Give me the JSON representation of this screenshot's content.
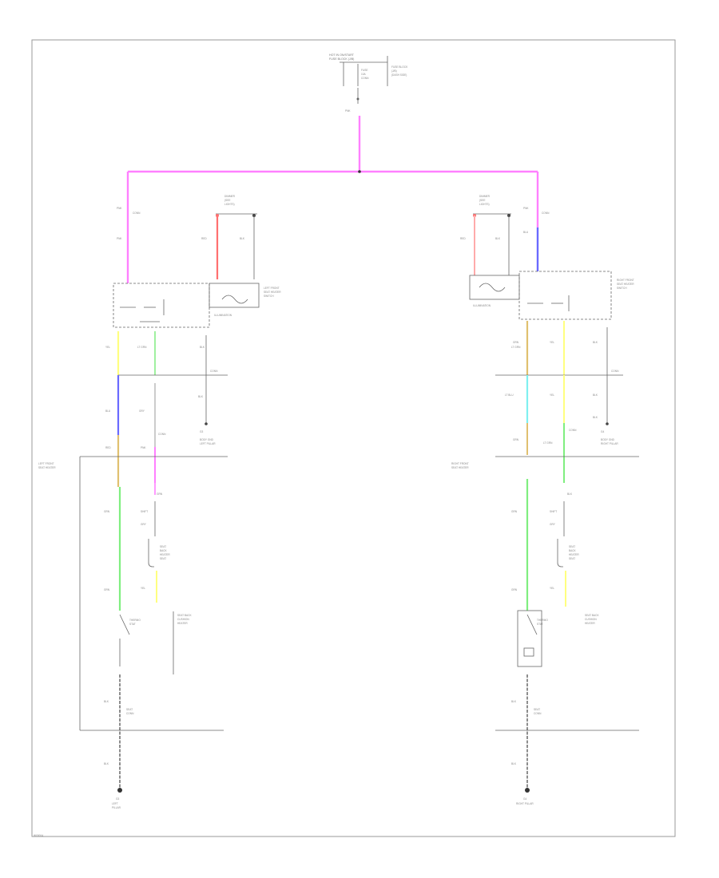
{
  "colors": {
    "pink": "#ff80ff",
    "red": "#ff7070",
    "blue": "#6a6aff",
    "yellow": "#ffff80",
    "green": "#80ee80",
    "light_green": "#a0f0a0",
    "tan": "#e0c070",
    "cyan": "#80f0f0",
    "ground": "#333333"
  },
  "texts": {
    "top_supply": [
      "HOT IN ON/START",
      "FUSE BLOCK (J/B)",
      "FUSE",
      "10A",
      "CONN"
    ],
    "top_supply_right": [
      "FUSE BLOCK",
      "(J/B)",
      "(DASH SIDE)"
    ],
    "top_wire": "PNK",
    "left_tee": [
      "PNK",
      "CONN",
      "PNK"
    ],
    "right_tee": [
      "PNK",
      "CONN",
      "BLU"
    ],
    "left_dimmer": [
      "DIMMER",
      "(SEE",
      "LIGHTS)"
    ],
    "right_dimmer": [
      "DIMMER",
      "(SEE",
      "LIGHTS)"
    ],
    "left_dimmer_wires": [
      "RED",
      "BLK"
    ],
    "right_dimmer_wires": [
      "RED",
      "BLK"
    ],
    "left_switch": [
      "LEFT FRONT",
      "SEAT HEATER",
      "SWITCH"
    ],
    "right_switch": [
      "RIGHT FRONT",
      "SEAT HEATER",
      "SWITCH"
    ],
    "left_illum": "ILLUMINATION",
    "right_illum": "ILLUMINATION",
    "left_mid_wires": [
      "YEL",
      "LT GRN",
      "BLK",
      "CONN",
      "BLU",
      "RED",
      "GRY",
      "BLK",
      "CONN",
      "PNK",
      "GRN"
    ],
    "right_mid_wires": [
      "GRN",
      "LT GRN",
      "BLK",
      "CONN",
      "BLK",
      "LT BLU",
      "YEL",
      "GRN",
      "YEL",
      "CONN",
      "BLK",
      "LT GRN",
      "BLK"
    ],
    "left_ground_ref": [
      "G3",
      "BODY GND",
      "LEFT PILLAR"
    ],
    "right_ground_ref": [
      "G4",
      "BODY GND",
      "RIGHT PILLAR"
    ],
    "left_seat": [
      "LEFT FRONT",
      "SEAT HEATER"
    ],
    "right_seat": [
      "RIGHT FRONT",
      "SEAT HEATER"
    ],
    "left_element": [
      "SEAT",
      "BACK",
      "HEATER",
      "SEAT"
    ],
    "right_element": [
      "SEAT",
      "BACK",
      "HEATER",
      "SEAT"
    ],
    "left_lower_wires": [
      "GRN",
      "SHIFT",
      "GRN",
      "GRY",
      "YEL"
    ],
    "right_lower_wires": [
      "GRN",
      "SHIFT",
      "GRN",
      "GRY",
      "YEL"
    ],
    "left_thermo": [
      "THERMO",
      "STAT"
    ],
    "right_thermo": [
      "THERMO",
      "STAT"
    ],
    "left_cushion": [
      "SEAT BACK",
      "CUSHION",
      "HEATER"
    ],
    "right_cushion": [
      "SEAT BACK",
      "CUSHION",
      "HEATER"
    ],
    "left_bottom_wires": [
      "BLK",
      "SEAT",
      "CONN",
      "BLK"
    ],
    "right_bottom_wires": [
      "BLK",
      "SEAT",
      "CONN",
      "BLK"
    ],
    "left_ground": [
      "G3",
      "LEFT",
      "PILLAR"
    ],
    "right_ground": [
      "G4",
      "RIGHT PILLAR"
    ],
    "footer": "W0000A"
  }
}
